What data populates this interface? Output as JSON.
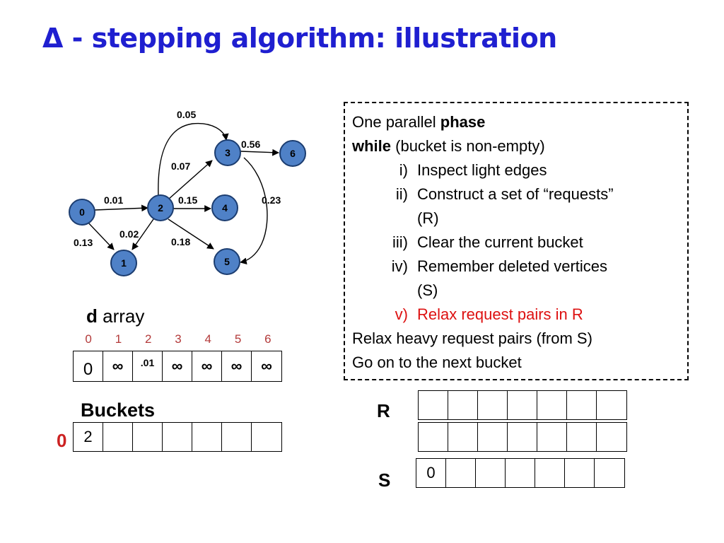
{
  "title": "Δ - stepping algorithm: illustration",
  "graph": {
    "nodes": [
      {
        "id": "0",
        "label": "0"
      },
      {
        "id": "1",
        "label": "1"
      },
      {
        "id": "2",
        "label": "2"
      },
      {
        "id": "3",
        "label": "3"
      },
      {
        "id": "4",
        "label": "4"
      },
      {
        "id": "5",
        "label": "5"
      },
      {
        "id": "6",
        "label": "6"
      }
    ],
    "edges": [
      {
        "from": "0",
        "to": "1",
        "weight": "0.13"
      },
      {
        "from": "0",
        "to": "2",
        "weight": "0.01"
      },
      {
        "from": "2",
        "to": "1",
        "weight": "0.02"
      },
      {
        "from": "2",
        "to": "3",
        "weight": "0.07"
      },
      {
        "from": "2",
        "to": "3",
        "weight": "0.05"
      },
      {
        "from": "2",
        "to": "4",
        "weight": "0.15"
      },
      {
        "from": "2",
        "to": "5",
        "weight": "0.18"
      },
      {
        "from": "3",
        "to": "6",
        "weight": "0.56"
      },
      {
        "from": "3",
        "to": "5",
        "weight": "0.23"
      }
    ]
  },
  "d_array": {
    "label_bold": "d",
    "label_rest": " array",
    "indices": [
      "0",
      "1",
      "2",
      "3",
      "4",
      "5",
      "6"
    ],
    "values": [
      "0",
      "∞",
      ".01",
      "∞",
      "∞",
      "∞",
      "∞"
    ]
  },
  "buckets": {
    "label": "Buckets",
    "index": "0",
    "values": [
      "2",
      "",
      "",
      "",
      "",
      "",
      ""
    ]
  },
  "R": {
    "label": "R",
    "row1": [
      "",
      "",
      "",
      "",
      "",
      "",
      ""
    ],
    "row2": [
      "",
      "",
      "",
      "",
      "",
      "",
      ""
    ]
  },
  "S": {
    "label": "S",
    "values": [
      "0",
      "",
      "",
      "",
      "",
      "",
      ""
    ]
  },
  "phase": {
    "line1_pre": "One parallel ",
    "line1_bold": "phase",
    "line2_bold": "while",
    "line2_rest": " (bucket is non-empty)",
    "steps": [
      {
        "num": "i)",
        "text": "Inspect light edges"
      },
      {
        "num": "ii)",
        "text": "Construct a set of “requests”",
        "cont": "(R)"
      },
      {
        "num": "iii)",
        "text": "Clear the current bucket"
      },
      {
        "num": "iv)",
        "text": "Remember deleted vertices",
        "cont": "(S)"
      },
      {
        "num": "v)",
        "text": "Relax request pairs in R",
        "highlight": true
      }
    ],
    "line_after1": "Relax heavy request pairs (from S)",
    "line_after2": "Go on to the next bucket"
  },
  "colors": {
    "title": "#1f1fd0",
    "node_fill": "#4f81c7",
    "index_red": "#b33a3a",
    "highlight_red": "#dd1111"
  }
}
